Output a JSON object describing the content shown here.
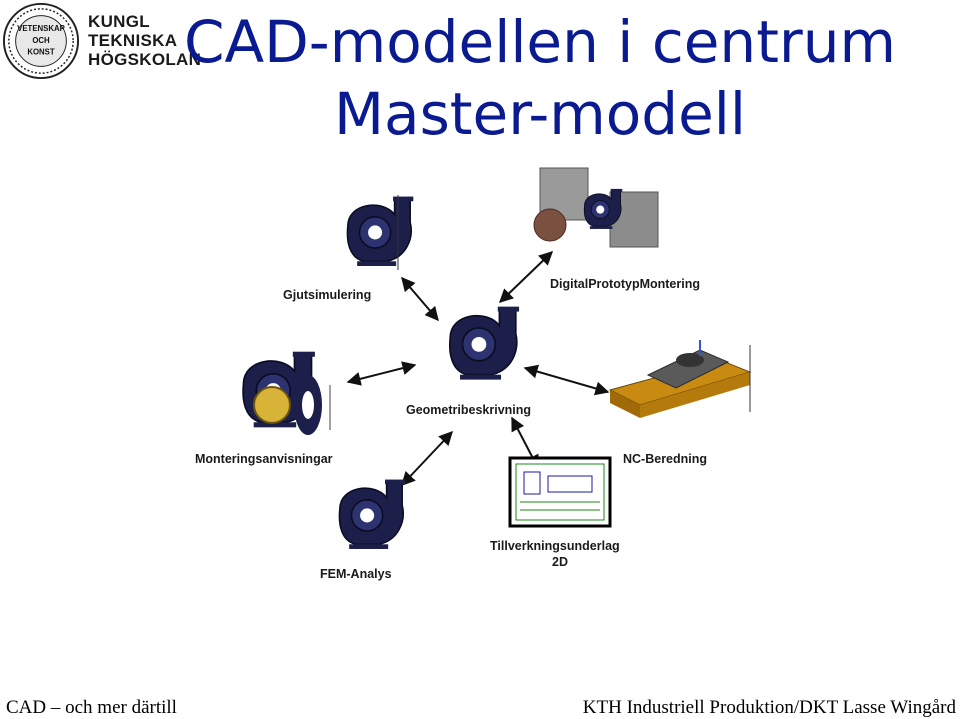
{
  "logo": {
    "seal_text": "VETENSKAP OCH KONST",
    "line1": "KUNGL",
    "line2": "TEKNISKA",
    "line3": "HÖGSKOLAN"
  },
  "title": {
    "line1": "CAD-modellen i centrum",
    "line2": "Master-modell"
  },
  "diagram": {
    "center": "Geometribeskrivning",
    "gjut": "Gjutsimulering",
    "digital": "DigitalPrototypMontering",
    "montering": "Monteringsanvisningar",
    "nc": "NC-Beredning",
    "fem": "FEM-Analys",
    "tillverkning_l1": "Tillverkningsunderlag",
    "tillverkning_l2": "2D"
  },
  "footer": {
    "left": "CAD – och mer därtill",
    "right": "KTH Industriell Produktion/DKT Lasse Wingård"
  },
  "colors": {
    "title": "#0a1a90",
    "pump": "#1c1f4a",
    "pallet": "#c98a12"
  }
}
